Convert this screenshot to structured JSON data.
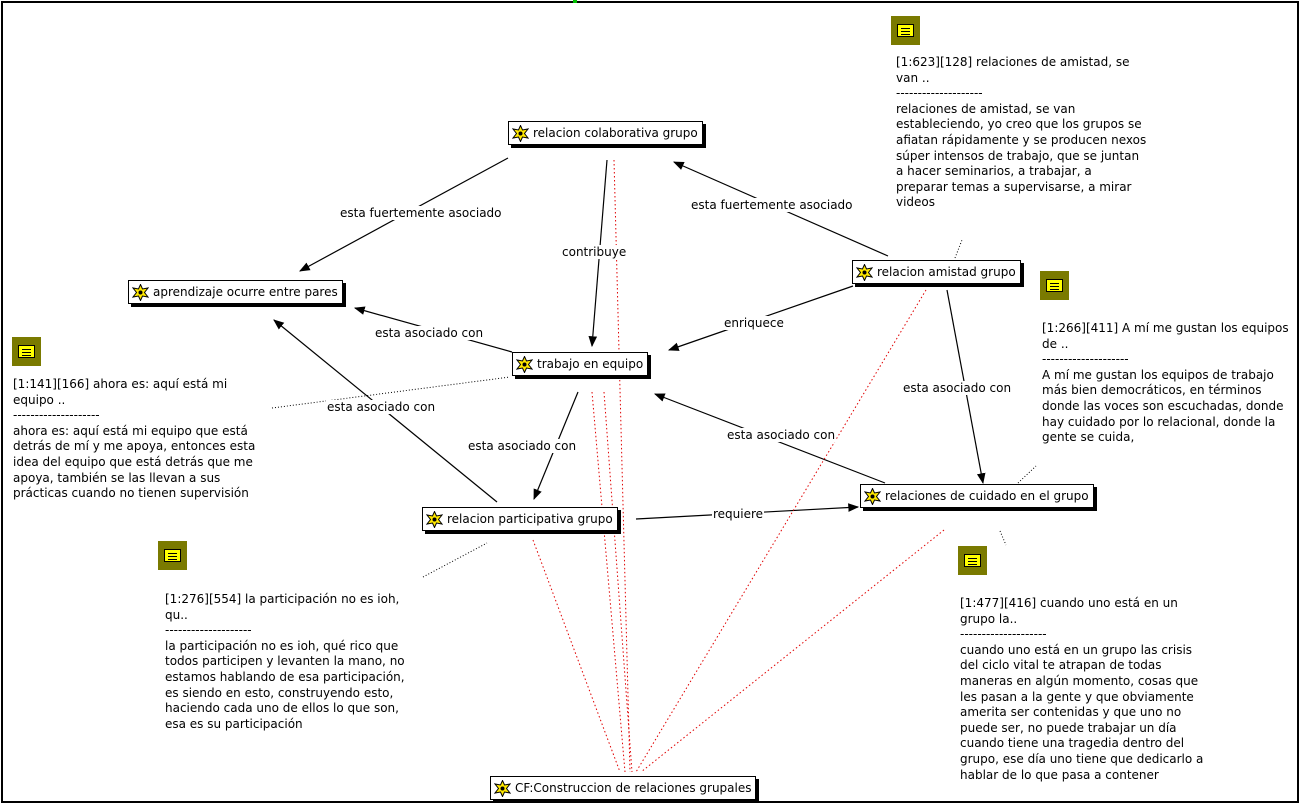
{
  "nodes": {
    "relacion_colaborativa": "relacion colaborativa grupo",
    "aprendizaje": "aprendizaje ocurre entre pares",
    "amistad": "relacion amistad grupo",
    "trabajo_equipo": "trabajo en equipo",
    "participativa": "relacion participativa grupo",
    "cuidado": "relaciones de cuidado en el grupo",
    "cf": "CF:Construccion de relaciones grupales"
  },
  "edges": {
    "col_apr": "esta fuertemente asociado",
    "col_trab": "contribuye",
    "ami_col": "esta fuertemente asociado",
    "ami_trab": "enriquece",
    "trab_apr": "esta asociado con",
    "part_apr": "esta asociado con",
    "trab_part": "esta asociado con",
    "cuid_trab": "esta asociado con",
    "ami_cuid": "esta asociado con",
    "part_cuid": "requiere"
  },
  "memos": {
    "m623": "[1:623][128] relaciones de amistad, se\nvan ..\n--------------------\nrelaciones de amistad, se van\nestableciendo, yo creo que los grupos se\nafiatan rápidamente y se producen nexos\nsúper intensos de trabajo, que se juntan\na hacer seminarios, a trabajar, a\npreparar temas a supervisarse, a mirar\nvideos",
    "m266": "[1:266][411] A mí me gustan los equipos\nde ..\n--------------------\nA mí me gustan los equipos de trabajo\nmás bien democráticos, en términos\ndonde las voces son escuchadas, donde\nhay cuidado por lo relacional, donde la\ngente se cuida,",
    "m141": "[1:141][166] ahora es: aquí está mi\nequipo ..\n--------------------\nahora es: aquí está mi equipo que está\ndetrás de mí y me apoya, entonces esta\nidea del equipo que está detrás que me\napoya, también se las llevan a sus\nprácticas cuando no tienen supervisión",
    "m276": "[1:276][554] la participación no es ioh,\nqu..\n--------------------\nla participación no es ioh, qué rico que\ntodos participen y levanten la mano, no\nestamos hablando de esa participación,\nes siendo en esto, construyendo esto,\nhaciendo cada uno de ellos lo que son,\nesa es su participación",
    "m477": "[1:477][416] cuando uno está en un\ngrupo la..\n--------------------\ncuando uno está en un grupo las crisis\ndel ciclo vital te atrapan de todas\nmaneras en algún momento, cosas que\nles pasan a la gente y que obviamente\namerita ser contenidas y que uno no\npuede ser, no puede trabajar un día\ncuando tiene una tragedia dentro del\ngrupo, ese día uno tiene que dedicarlo a\nhablar de lo que pasa a contener"
  },
  "colors": {
    "memo_icon_bg": "#7a7a00",
    "memo_icon_fg": "#ffff00",
    "cf_link": "#e00000",
    "top_mark": "#00c000"
  }
}
